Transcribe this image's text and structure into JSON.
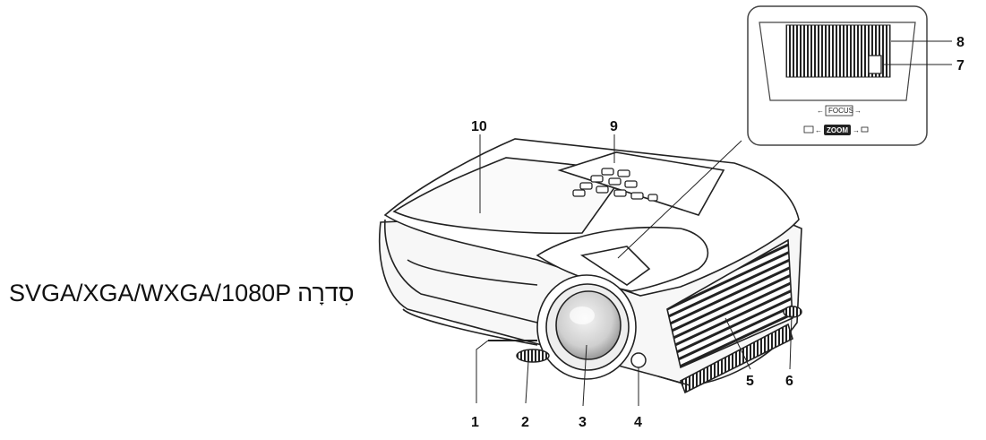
{
  "series_label": "SVGA/XGA/WXGA/1080P סִדרָה",
  "callouts": [
    "1",
    "2",
    "3",
    "4",
    "5",
    "6",
    "7",
    "8",
    "9",
    "10"
  ],
  "inset": {
    "focus_label": "FOCUS",
    "zoom_label": "ZOOM"
  }
}
